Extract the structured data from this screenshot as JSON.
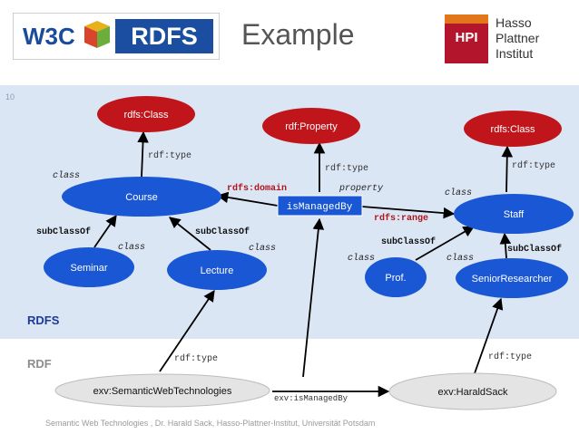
{
  "header": {
    "w3c_mark": "W3C",
    "rdfs_badge": "RDFS",
    "title": "Example",
    "hpi_mark": "HPI",
    "hpi_name": [
      "Hasso",
      "Plattner",
      "Institut"
    ]
  },
  "page_number": "10",
  "layers": {
    "rdfs": "RDFS",
    "rdf": "RDF"
  },
  "nodes": {
    "class_course": "rdfs:Class",
    "property": "rdf:Property",
    "class_staff": "rdfs:Class",
    "course": "Course",
    "is_managed_by": "isManagedBy",
    "staff": "Staff",
    "seminar": "Seminar",
    "lecture": "Lecture",
    "prof": "Prof.",
    "senior_researcher": "SeniorResearcher",
    "semantic_web": "exv:SemanticWebTechnologies",
    "harald_sack": "exv:HaraldSack"
  },
  "edge_labels": {
    "type_course": "rdf:type",
    "type_property": "rdf:type",
    "type_staff": "rdf:type",
    "domain": "rdfs:domain",
    "range": "rdfs:range",
    "property_tag": "property",
    "class_course": "class",
    "class_seminar": "class",
    "class_lecture": "class",
    "class_staff": "class",
    "class_prof": "class",
    "class_senior": "class",
    "subclass_seminar": "subClassOf",
    "subclass_lecture": "subClassOf",
    "subclass_prof": "subClassOf",
    "subclass_senior": "subClassOf",
    "type_lecture": "rdf:type",
    "type_senior": "rdf:type",
    "managed_by_instance": "exv:isManagedBy"
  },
  "colors": {
    "class_red": "#c0161b",
    "node_blue": "#1a57d4",
    "instance_gray": "#e4e4e4",
    "domain_red": "#b1141b",
    "band_blue": "#dbe6f5",
    "layer_label_blue": "#1b3a9a"
  },
  "footer": "Semantic Web Technologies , Dr. Harald Sack, Hasso-Plattner-Institut, Universität Potsdam"
}
